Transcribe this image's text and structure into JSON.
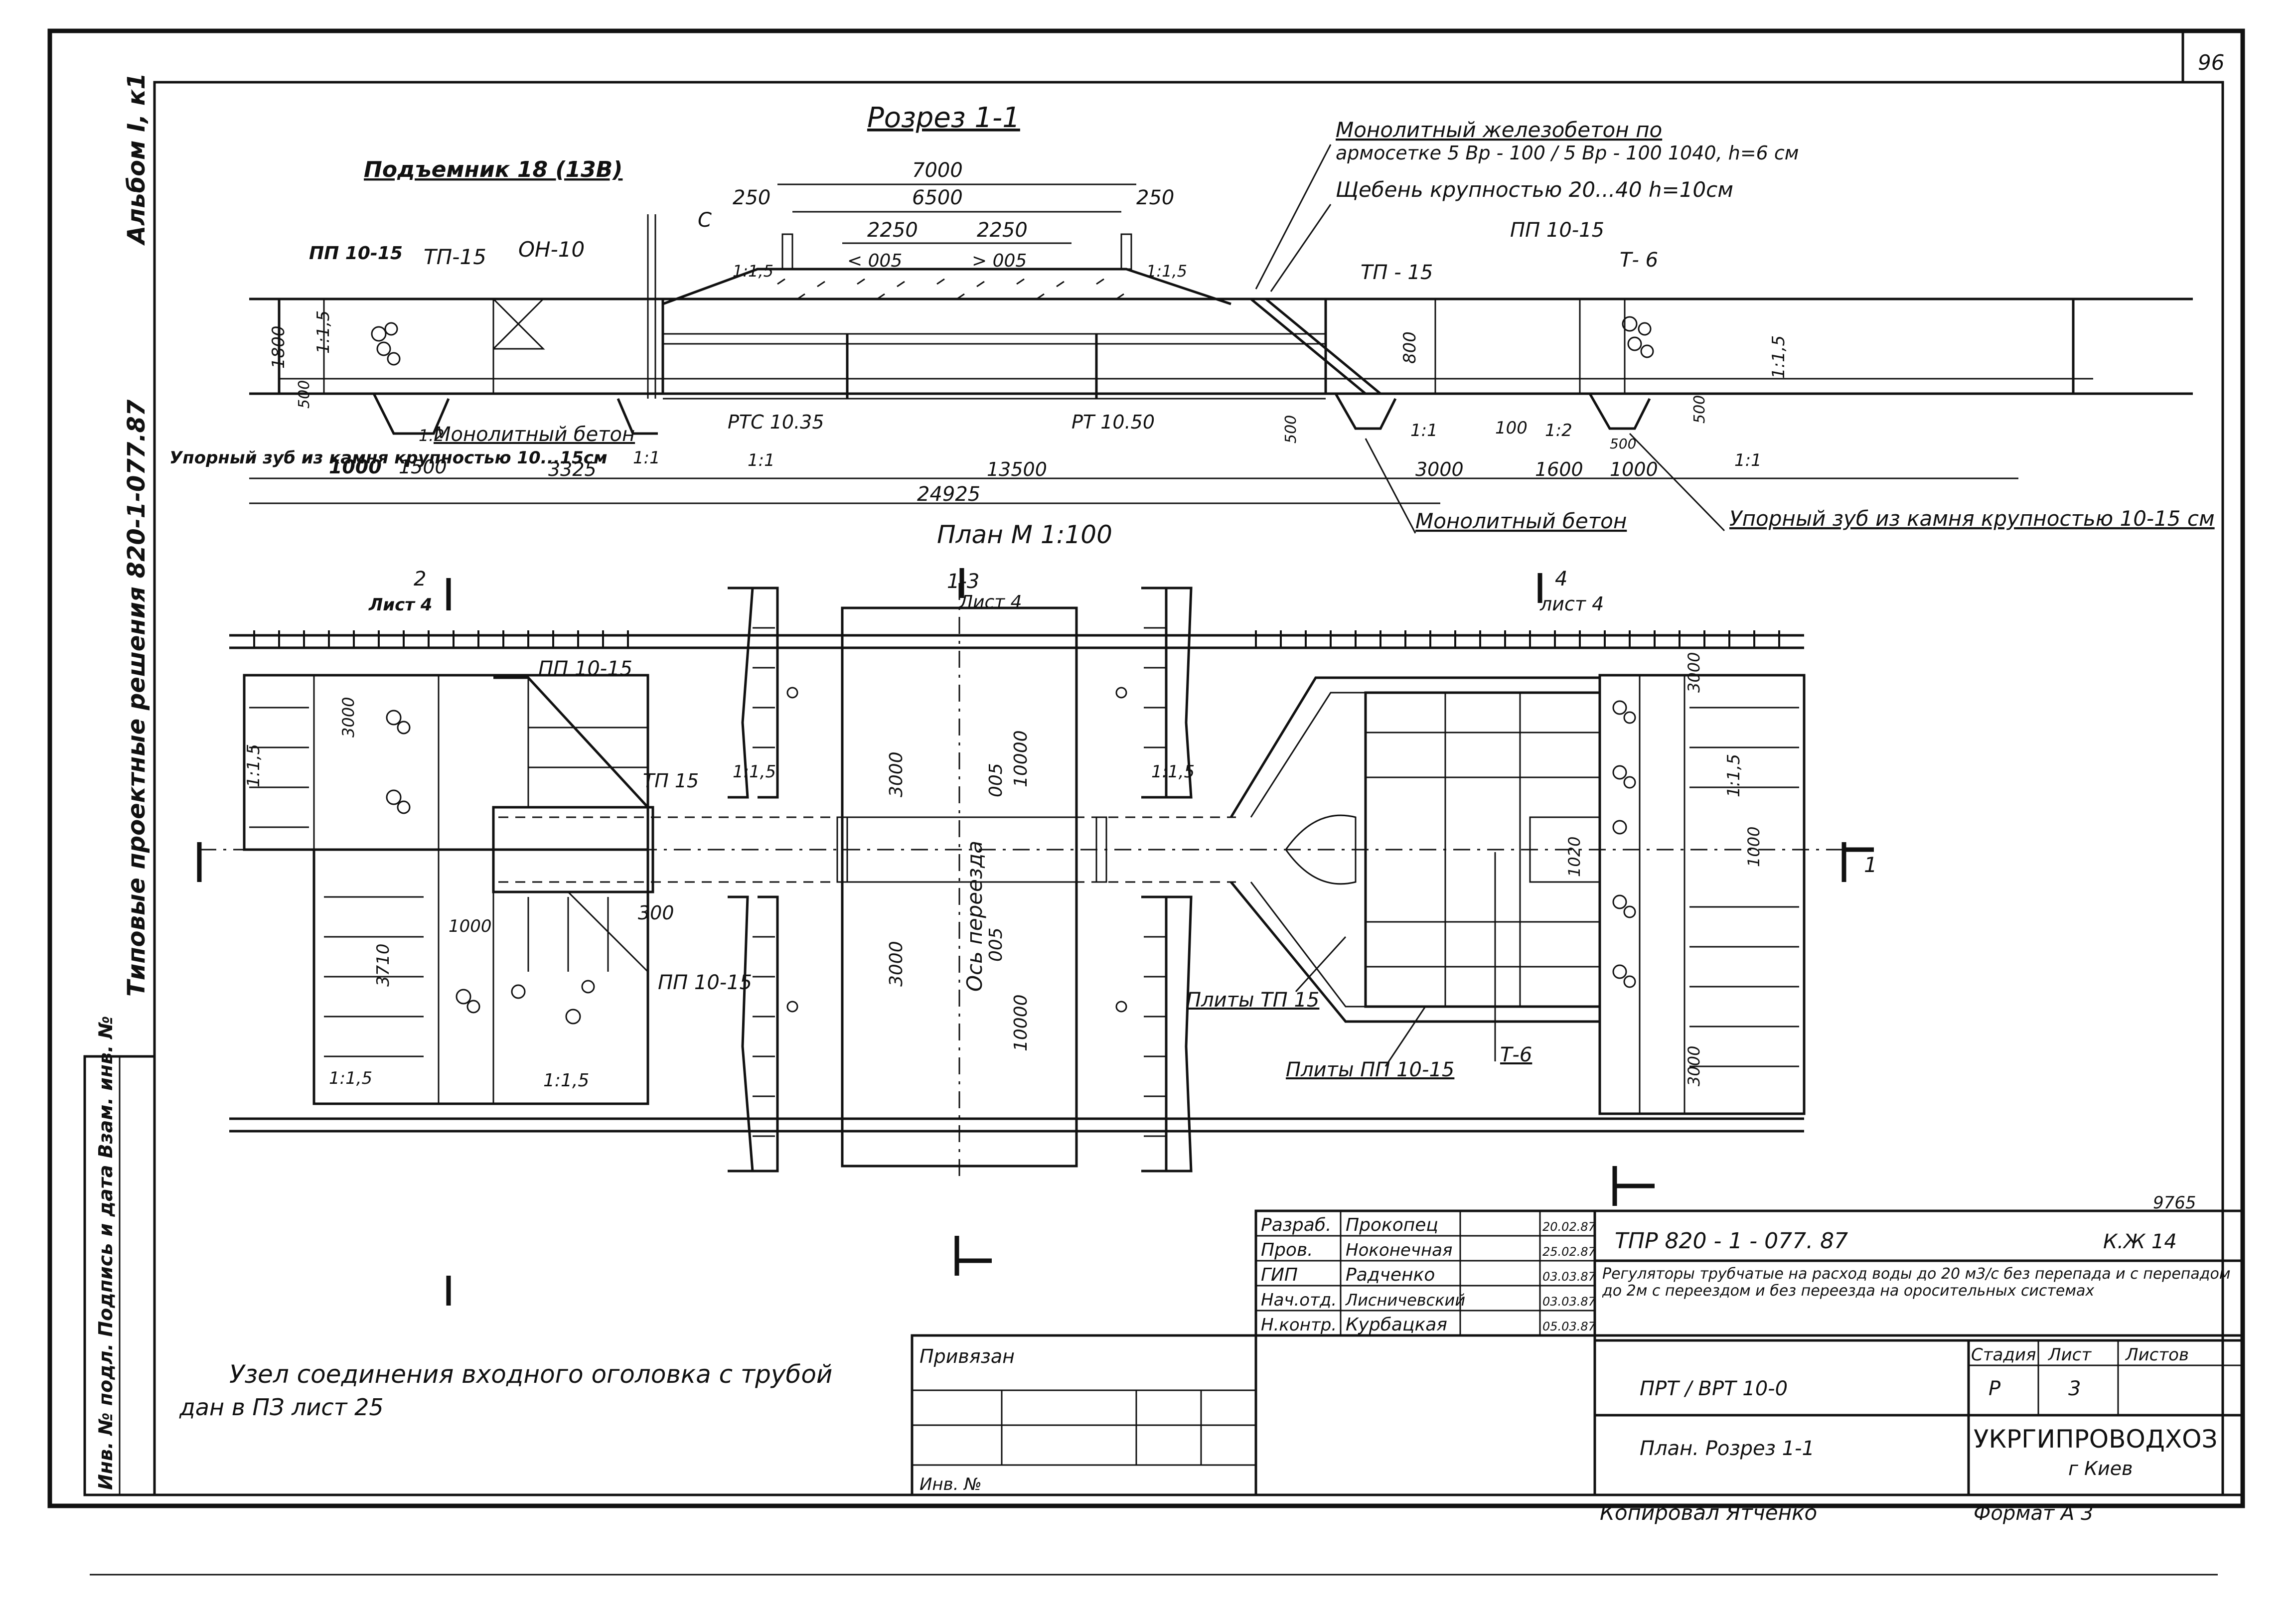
{
  "sheet": {
    "page_number": "96",
    "album": "Альбом I, к1",
    "series_side": "Типовые проектные решения 820-1-077.87",
    "inventory_mark": "9765"
  },
  "section": {
    "title": "Розрез 1-1",
    "lifter": "Подъемник 18 (13В)",
    "callout_concrete": "Монолитный железобетон по",
    "callout_mesh": "армосетке 5 Вр - 100 / 5 Вр - 100  1040, h=6 см",
    "callout_gravel": "Щебень крупностью 20...40   h=10см",
    "marks": [
      "ПП 10-15",
      "ТП-15",
      "ОН-10",
      "ТП - 15",
      "ПП 10-15",
      "Т- 6",
      "РТС 10.35",
      "РТ 10.50",
      "С"
    ],
    "top_dims": [
      "7000",
      "6500",
      "250",
      "250",
      "2250",
      "2250",
      "< 005",
      "> 005"
    ],
    "slopes": [
      "1:1,5",
      "1:1,5",
      "1:1",
      "1:1",
      "1:2",
      "1:1",
      "1:1,5",
      "1:2",
      "1:1"
    ],
    "heights": [
      "1800",
      "1:1,5",
      "500",
      "800",
      "500",
      "500",
      "100",
      "500"
    ],
    "bottom_dims": [
      "1000",
      "1500",
      "3325",
      "13500",
      "3000",
      "1600",
      "1000",
      "24925"
    ],
    "left_concrete": "Монолитный бетон",
    "left_tooth": "Упорный зуб из камня крупностью 10...15см",
    "right_concrete": "Монолитный бетон",
    "right_tooth": "Упорный зуб из камня крупностью 10-15 см"
  },
  "plan": {
    "title": "План   М 1:100",
    "cut_2": "2",
    "cut_2_sheet": "Лист 4",
    "cut_3": "1-3",
    "cut_3_sheet": "Лист 4",
    "cut_4": "4",
    "cut_4_sheet": "лист 4",
    "cut_1": "1",
    "marks": [
      "ПП 10-15",
      "ТП 15",
      "ПП 10-15",
      "300",
      "1000",
      "1:1,5",
      "1:1,5",
      "1:1,5",
      "1:1,5",
      "1:1,5",
      "1:1,5"
    ],
    "dims": [
      "3000",
      "3000",
      "10000",
      "10000",
      "1020",
      "1000",
      "3000",
      "3000",
      "3000",
      "3710"
    ],
    "crossing_label": "Ось переезда",
    "crossing_vals": [
      "005",
      "005"
    ],
    "plates_tp": "Плиты ТП 15",
    "plates_pp": "Плиты ПП 10-15",
    "t6": "Т-6"
  },
  "note": {
    "line1": "Узел соединения входного оголовка с трубой",
    "line2": "дан в ПЗ лист 25"
  },
  "title_block": {
    "rows": [
      {
        "role": "Разраб.",
        "name": "Прокопец",
        "date": "20.02.87"
      },
      {
        "role": "Пров.",
        "name": "Ноконечная",
        "date": "25.02.87"
      },
      {
        "role": "ГИП",
        "name": "Радченко",
        "date": "03.03.87"
      },
      {
        "role": "Нач.отд.",
        "name": "Лисничевский",
        "date": "03.03.87"
      },
      {
        "role": "Н.контр.",
        "name": "Курбацкая",
        "date": "05.03.87"
      }
    ],
    "code": "ТПР  820 - 1 - 077. 87",
    "kit": "К.Ж 14",
    "description": "Регуляторы трубчатые на расход воды до 20 м3/с без перепада и с перепадом до 2м с переездом и без переезда на оросительных системах",
    "stage_label": "Стадия",
    "sheet_label": "Лист",
    "sheets_label": "Листов",
    "stage": "Р",
    "sheet_no": "3",
    "object": "ПРТ / ВРТ  10-0",
    "drawing_name": "План. Розрез 1-1",
    "org": "УКРГИПРОВОДХОЗ",
    "city": "г Киев",
    "privyazan": "Привязан",
    "inv": "Инв. №",
    "copied": "Копировал  Ятченко",
    "format": "Формат  А 3"
  },
  "left_strip": {
    "text": "Инв. № подл.  Подпись и дата  Взам. инв. №"
  }
}
